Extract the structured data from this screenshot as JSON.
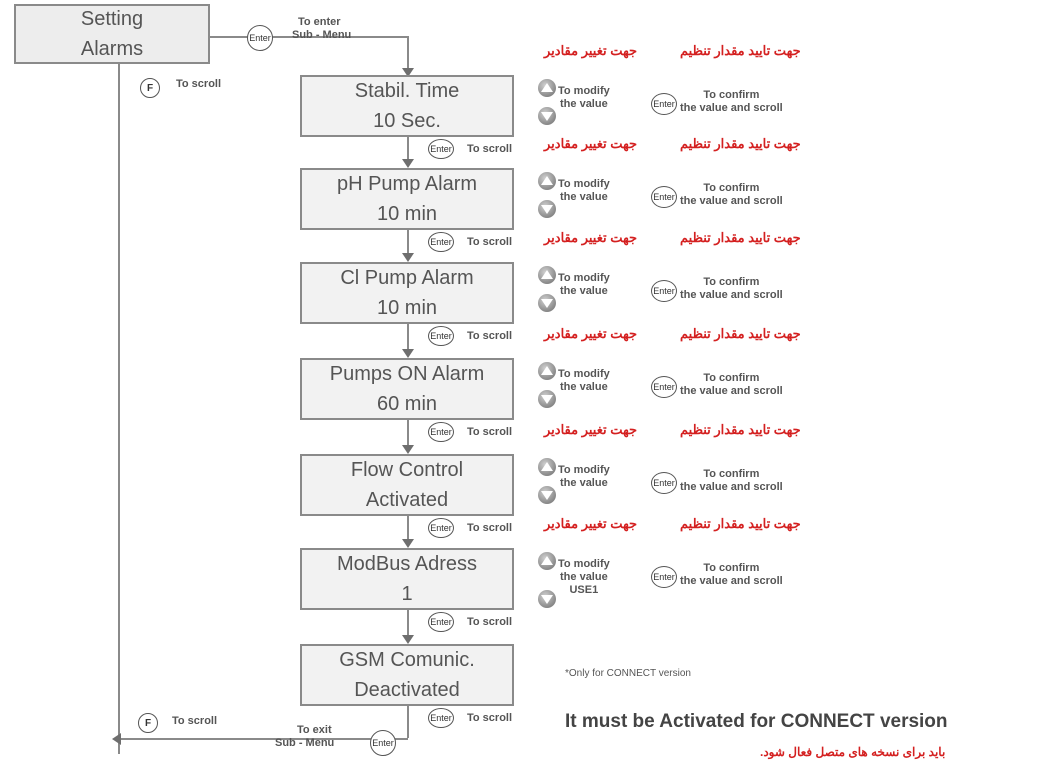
{
  "top_box": {
    "line1": "Setting",
    "line2": "Alarms"
  },
  "enter_label": "Enter",
  "f_label": "F",
  "to_enter": {
    "line1": "To enter",
    "line2": "Sub - Menu"
  },
  "to_exit": {
    "line1": "To exit",
    "line2": "Sub - Menu"
  },
  "to_scroll": "To scroll",
  "modify": {
    "line1": "To modify",
    "line2": "the value"
  },
  "confirm": {
    "line1": "To confirm",
    "line2": "the value and scroll"
  },
  "fa_modify": "جهت تغییر مقادیر",
  "fa_confirm": "جهت تایید مقدار تنظیم",
  "use1": "USE1",
  "menu": [
    {
      "line1": "Stabil. Time",
      "line2": "10 Sec."
    },
    {
      "line1": "pH Pump Alarm",
      "line2": "10 min"
    },
    {
      "line1": "Cl Pump Alarm",
      "line2": "10 min"
    },
    {
      "line1": "Pumps ON Alarm",
      "line2": "60 min"
    },
    {
      "line1": "Flow Control",
      "line2": "Activated"
    },
    {
      "line1": "ModBus Adress",
      "line2": "1"
    },
    {
      "line1": "GSM Comunic.",
      "line2": "Deactivated"
    }
  ],
  "only_connect": "*Only for CONNECT version",
  "must_activate": "It must be Activated for CONNECT version",
  "fa_bottom": "باید برای نسخه های متصل فعال شود."
}
